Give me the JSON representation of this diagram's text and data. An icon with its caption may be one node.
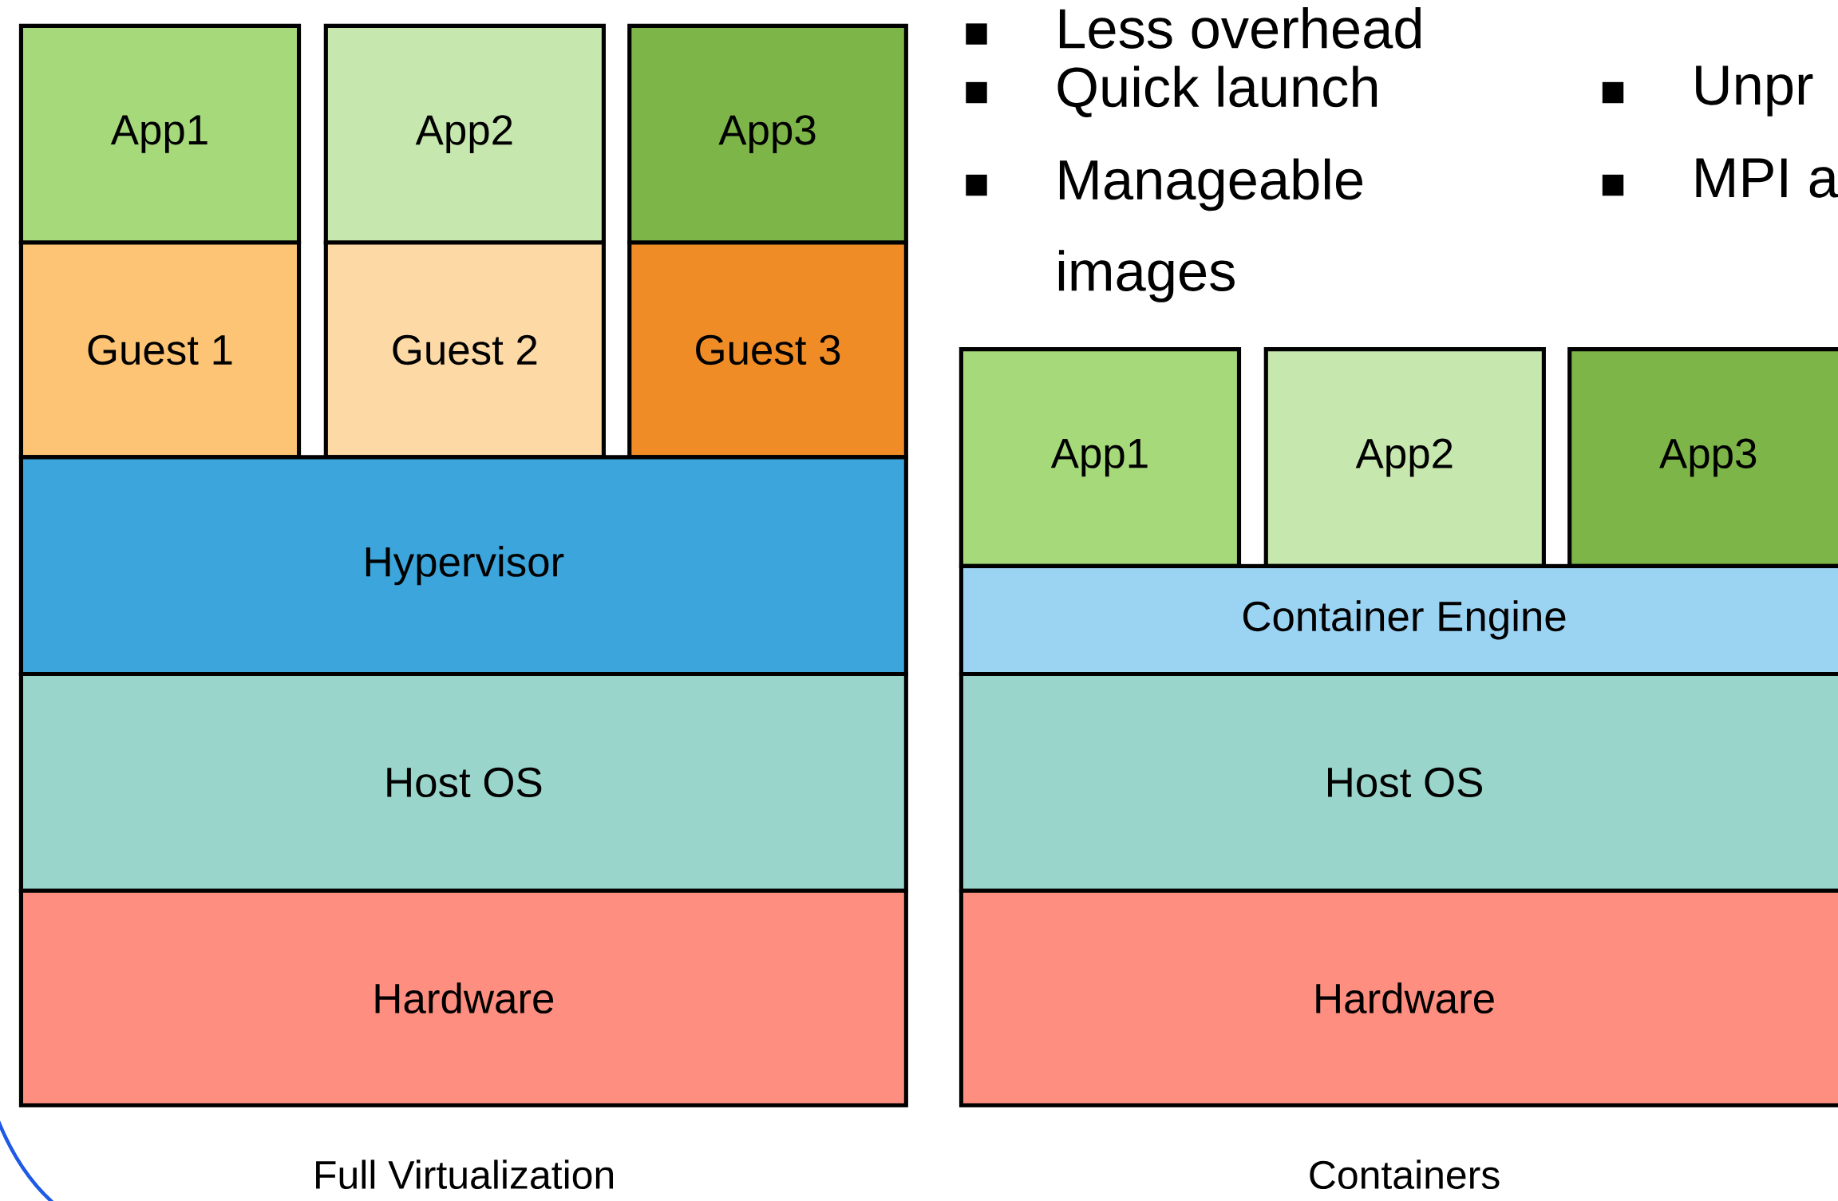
{
  "diagram": {
    "nodes": [
      {
        "text": [
          "App1"
        ]
      },
      {
        "text": [
          "App2"
        ]
      },
      {
        "text": [
          "App3"
        ]
      },
      {
        "text": [
          "Guest 1"
        ]
      },
      {
        "text": [
          "Guest 2"
        ]
      },
      {
        "text": [
          "Guest 3"
        ]
      },
      {
        "text": [
          "Hypervisor"
        ]
      },
      {
        "text": [
          "Host OS"
        ]
      },
      {
        "text": [
          "Hardware"
        ]
      },
      {
        "text": [
          "App1"
        ]
      },
      {
        "text": [
          "App2"
        ]
      },
      {
        "text": [
          "App3"
        ]
      },
      {
        "text": [
          "Container Engine"
        ]
      },
      {
        "text": [
          "Host OS"
        ]
      },
      {
        "text": [
          "Hardware"
        ]
      }
    ],
    "labels": [
      "Less overhead",
      "Quick launch",
      "Manageable images",
      "Unpr",
      "MPI a",
      "Full Virtualization",
      "Containers"
    ]
  }
}
